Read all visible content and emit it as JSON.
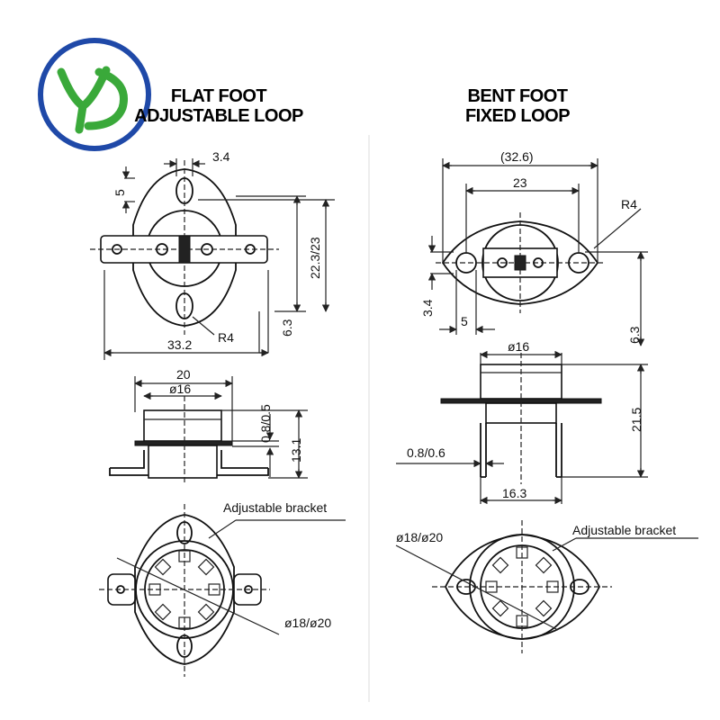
{
  "logo": {
    "letters": "YD",
    "ring_color": "#1f49a8",
    "letter_color": "#3aa93a"
  },
  "left": {
    "heading_line1": "FLAT FOOT",
    "heading_line2": "ADJUSTABLE LOOP",
    "dims": {
      "hole_width": "3.4",
      "hole_offset": "5",
      "height": "22.3/23",
      "foot_height": "6.3",
      "width": "33.2",
      "radius": "R4",
      "flange_width": "20",
      "cap_diameter": "ø16",
      "thickness": "0.8/0.5",
      "total_height": "13.1",
      "cup_diameter": "ø18/ø20"
    },
    "callout": "Adjustable bracket"
  },
  "right": {
    "heading_line1": "BENT FOOT",
    "heading_line2": "FIXED LOOP",
    "dims": {
      "overall_width": "(32.6)",
      "hole_spacing": "23",
      "radius": "R4",
      "hole_width": "3.4",
      "hole_offset": "5",
      "foot_height": "6.3",
      "cap_diameter": "ø16",
      "total_height": "21.5",
      "thickness": "0.8/0.6",
      "leg_spacing": "16.3",
      "cup_diameter": "ø18/ø20"
    },
    "callout": "Adjustable bracket"
  }
}
